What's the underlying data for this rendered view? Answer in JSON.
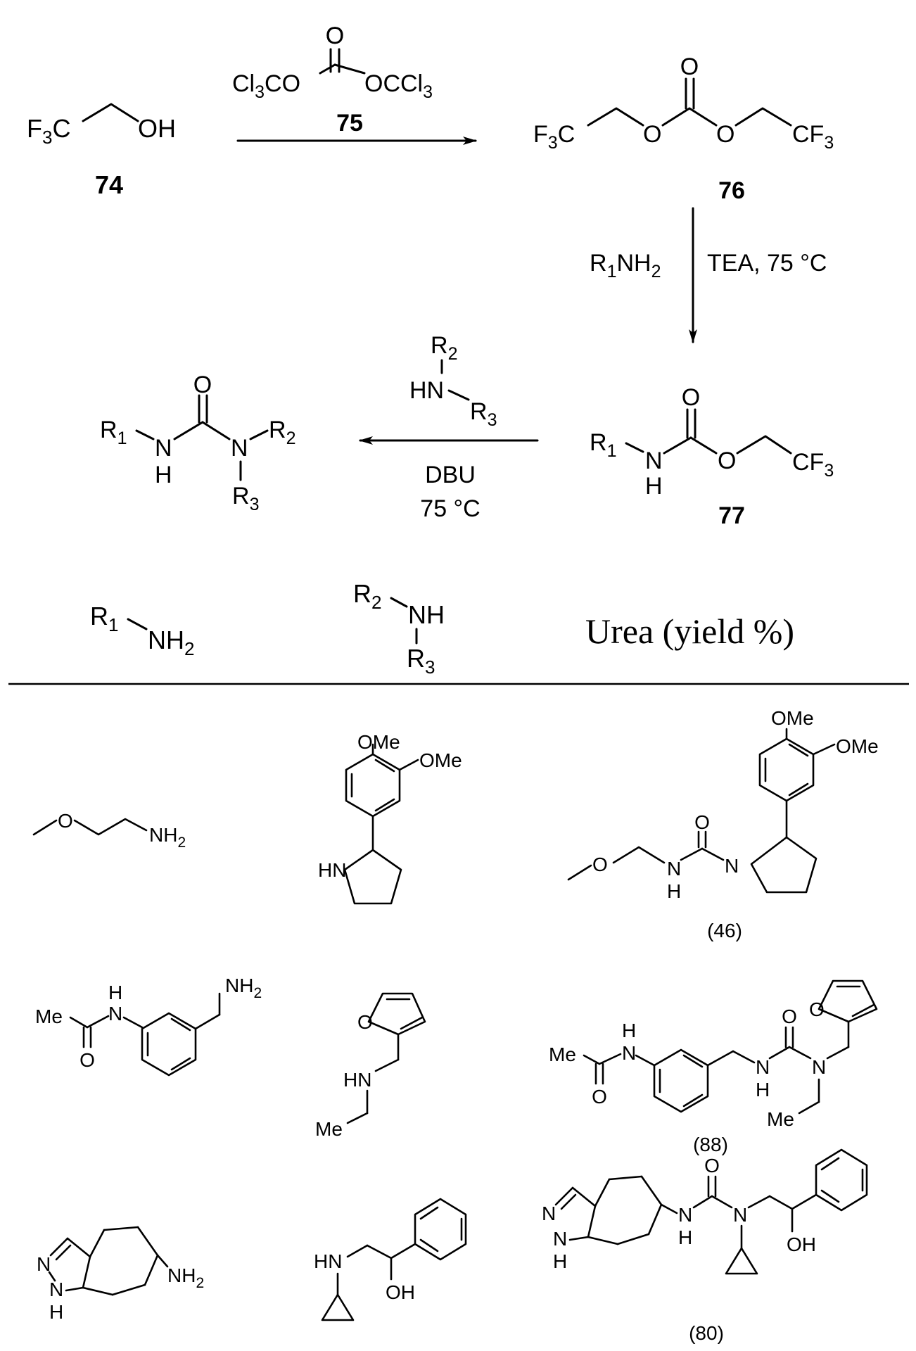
{
  "scheme": {
    "compound_74": {
      "number": "74",
      "f3": "F",
      "sub3": "3",
      "c": "C",
      "oh": "OH"
    },
    "reagent_75": {
      "number": "75",
      "o": "O",
      "cl3c": "Cl",
      "sub3": "3",
      "co": "CO",
      "occl": "OCCl",
      "sub3b": "3"
    },
    "compound_76": {
      "number": "76",
      "f": "F",
      "sub3": "3",
      "c": "C",
      "o": "O",
      "cf": "CF",
      "sub3b": "3"
    },
    "step2": {
      "left": "R",
      "left_sub": "1",
      "left_rest": "NH",
      "left_sub2": "2",
      "right": "TEA, 75 °C"
    },
    "compound_77": {
      "number": "77",
      "r": "R",
      "r_sub": "1",
      "n": "N",
      "h": "H",
      "o": "O",
      "cf": "CF",
      "sub3": "3"
    },
    "step3": {
      "r2": "R",
      "r2_sub": "2",
      "hn": "HN",
      "r3": "R",
      "r3_sub": "3",
      "dbu": "DBU",
      "temp": "75 °C"
    },
    "urea_product": {
      "r": "R",
      "sub1": "1",
      "sub2": "2",
      "sub3": "3",
      "n": "N",
      "h": "H",
      "o": "O"
    }
  },
  "table": {
    "header": {
      "col1_r": "R",
      "col1_sub": "1",
      "col1_nh": "NH",
      "col1_sub2": "2",
      "col2_r": "R",
      "col2_sub": "2",
      "col2_nh": "NH",
      "col2_r3": "R",
      "col2_sub3": "3",
      "col3": "Urea (yield %)"
    },
    "atoms": {
      "o": "O",
      "ome": "OMe",
      "nh": "NH",
      "sub2": "2",
      "hn": "HN",
      "n": "N",
      "h": "H",
      "me": "Me",
      "oh": "OH"
    },
    "yields": [
      "(46)",
      "(88)",
      "(80)"
    ]
  }
}
